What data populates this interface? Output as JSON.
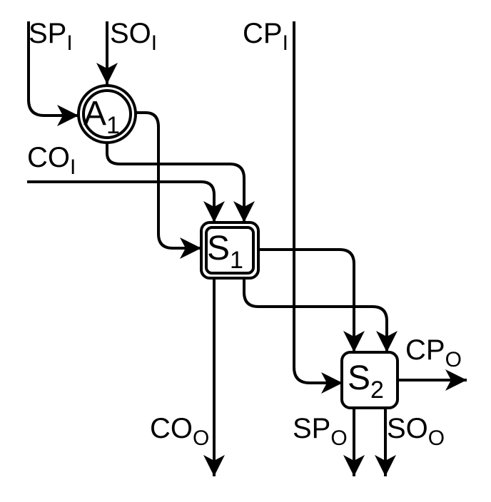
{
  "nodes": {
    "a1": {
      "base": "A",
      "sub": "1"
    },
    "s1": {
      "base": "S",
      "sub": "1"
    },
    "s2": {
      "base": "S",
      "sub": "2"
    }
  },
  "labels": {
    "sp_i": {
      "base": "SP",
      "sub": "I"
    },
    "so_i": {
      "base": "SO",
      "sub": "I"
    },
    "cp_i": {
      "base": "CP",
      "sub": "I"
    },
    "co_i": {
      "base": "CO",
      "sub": "I"
    },
    "co_o": {
      "base": "CO",
      "sub": "O"
    },
    "cp_o": {
      "base": "CP",
      "sub": "O"
    },
    "sp_o": {
      "base": "SP",
      "sub": "O"
    },
    "so_o": {
      "base": "SO",
      "sub": "O"
    }
  }
}
